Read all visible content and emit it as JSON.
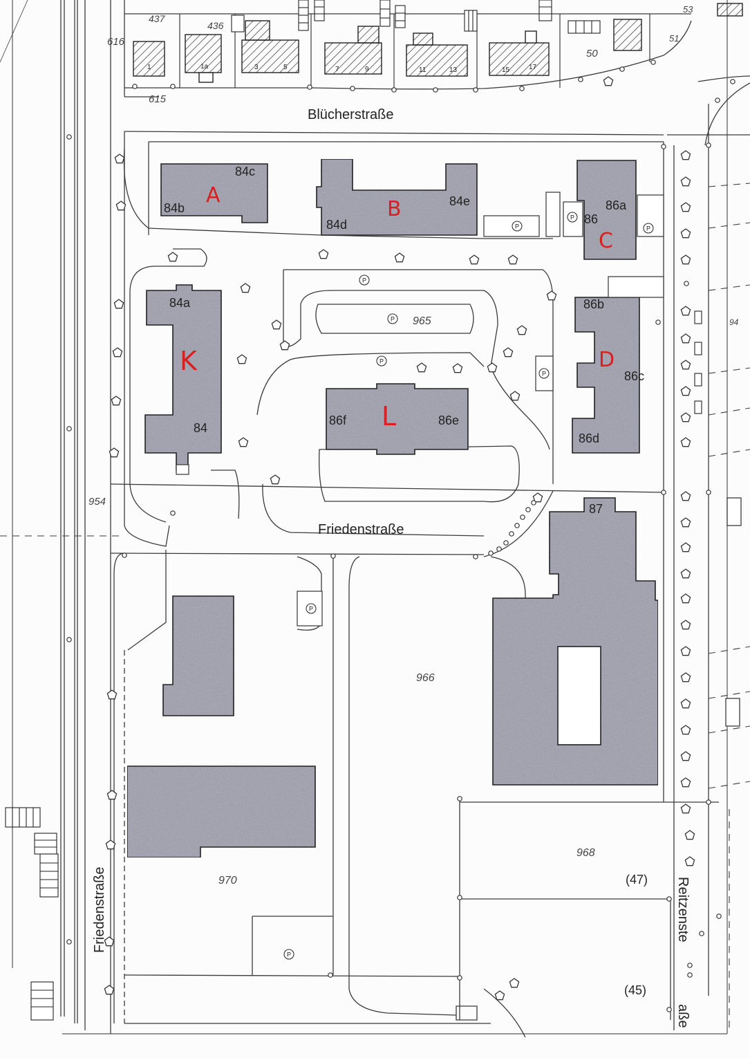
{
  "streets": {
    "bluecher": "Blücherstraße",
    "frieden_inner": "Friedenstraße",
    "frieden_west": "Friedenstraße",
    "reitzen_1": "Reitzenste",
    "reitzen_2": "aße"
  },
  "letters": {
    "A": "A",
    "B": "B",
    "C": "C",
    "D": "D",
    "K": "K",
    "L": "L"
  },
  "house_numbers": {
    "n84c": "84c",
    "n84b": "84b",
    "n84d": "84d",
    "n84e": "84e",
    "n86a": "86a",
    "n86": "86",
    "n84a": "84a",
    "n84": "84",
    "n86b": "86b",
    "n86c": "86c",
    "n86d": "86d",
    "n86f": "86f",
    "n86e": "86e",
    "n87": "87",
    "top_1": "1",
    "top_1a": "1a",
    "top_3": "3",
    "top_5": "5",
    "top_7": "7",
    "top_9": "9",
    "top_11": "11",
    "top_13": "13",
    "top_15": "15",
    "top_17": "17"
  },
  "parcels": {
    "p965": "965",
    "p966": "966",
    "p968": "968",
    "p970": "970",
    "p954": "954",
    "p616": "616",
    "p615": "615",
    "p437": "437",
    "p436": "436",
    "p50": "50",
    "p51": "51",
    "p47": "(47)",
    "p45": "(45)",
    "p53": "53",
    "p94": "94"
  },
  "parking_symbol": "P",
  "colors": {
    "building_fill": "#b9b9c8",
    "annotation_red": "#d92020",
    "line": "#3a3a3a"
  }
}
